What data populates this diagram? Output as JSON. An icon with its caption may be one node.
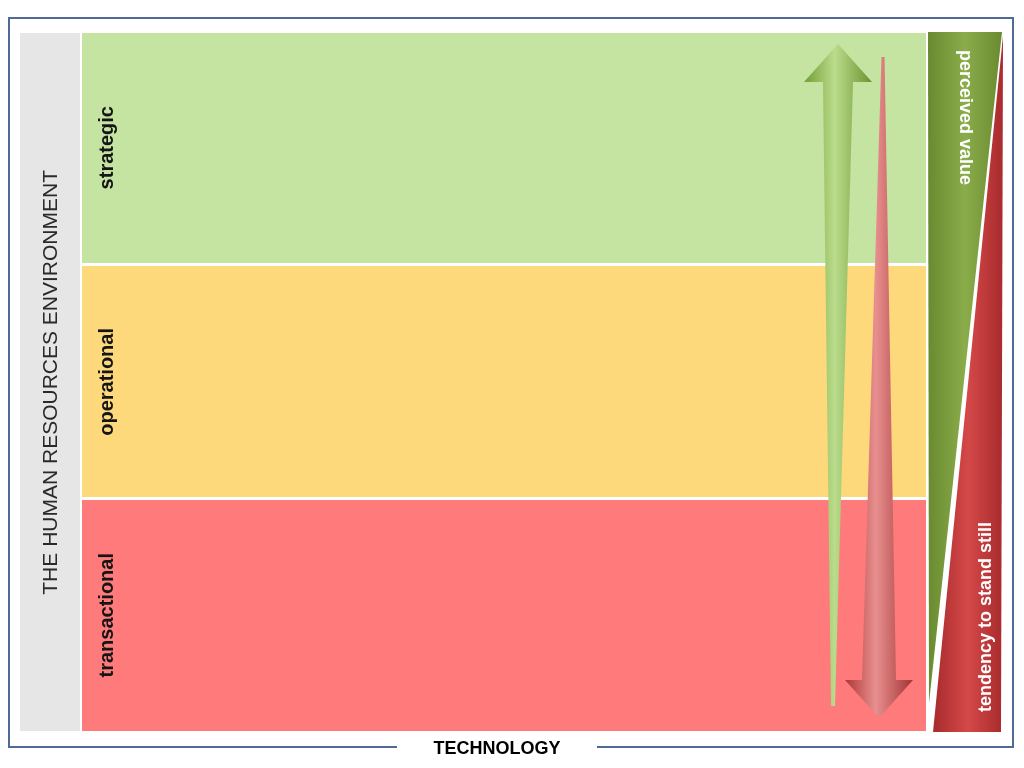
{
  "diagram": {
    "nodes": [
      {
        "text": [
          "TECHNOLOGY"
        ]
      },
      {
        "text": [
          "THE HUMAN RESOURCES ENVIRONMENT"
        ],
        "in": 0
      },
      {
        "text": [
          "strategic"
        ],
        "in": 0
      },
      {
        "text": [
          "operational"
        ],
        "in": 0
      },
      {
        "text": [
          "transactional"
        ],
        "in": 0
      },
      {
        "text": [
          "perceived value"
        ],
        "in": 0
      },
      {
        "text": [
          "tendency to stand still"
        ],
        "in": 0
      }
    ],
    "edges": [
      {
        "from": 4,
        "to": 2,
        "arrow": "to",
        "style": "thick",
        "color": "#8cc540"
      },
      {
        "from": 2,
        "to": 4,
        "arrow": "to",
        "style": "thick",
        "color": "#d94545"
      }
    ]
  }
}
